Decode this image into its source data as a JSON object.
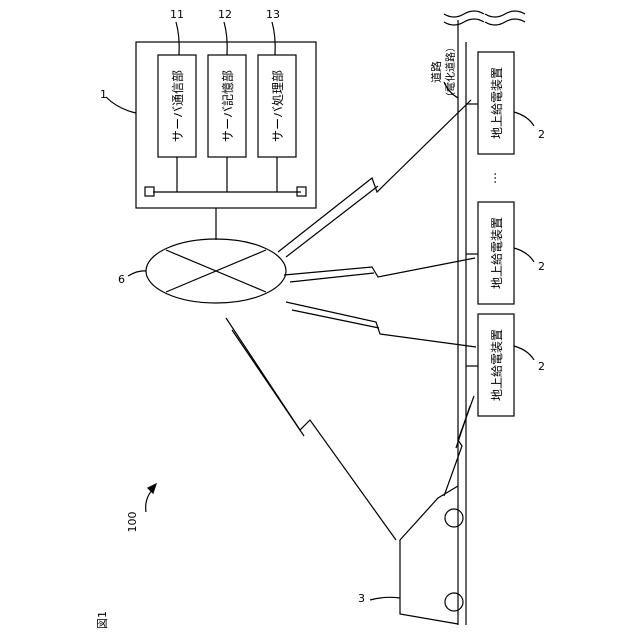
{
  "figure": {
    "label": "図1",
    "system_ref": "100"
  },
  "server": {
    "ref": "1",
    "units": [
      {
        "ref": "11",
        "label": "サーバ通信部"
      },
      {
        "ref": "12",
        "label": "サーバ記憶部"
      },
      {
        "ref": "13",
        "label": "サーバ処理部"
      }
    ]
  },
  "network": {
    "ref": "6"
  },
  "road": {
    "label": "道路",
    "sublabel": "（電化道路）"
  },
  "ground_devices": [
    {
      "ref": "2",
      "label": "地上給電装置"
    },
    {
      "ref": "2",
      "label": "地上給電装置"
    },
    {
      "ref": "2",
      "label": "地上給電装置"
    }
  ],
  "ellipsis": "…",
  "vehicle": {
    "ref": "3"
  }
}
